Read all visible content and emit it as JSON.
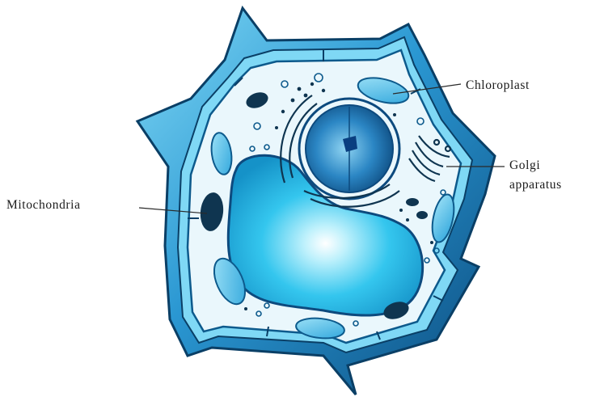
{
  "labels": {
    "chloroplast": "Chloroplast",
    "golgi_line1": "Golgi",
    "golgi_line2": "apparatus",
    "mitochondria": "Mitochondria"
  },
  "colors": {
    "wall_dark": "#0a3f66",
    "wall_mid": "#1d7fbf",
    "wall_light": "#63c8ee",
    "cytoplasm": "#e9f6fb",
    "vacuole": "#2ec9ee",
    "vacuole_center": "#ffffff",
    "nucleus": "#1d6ea8",
    "organelle_dark": "#0f3550"
  }
}
